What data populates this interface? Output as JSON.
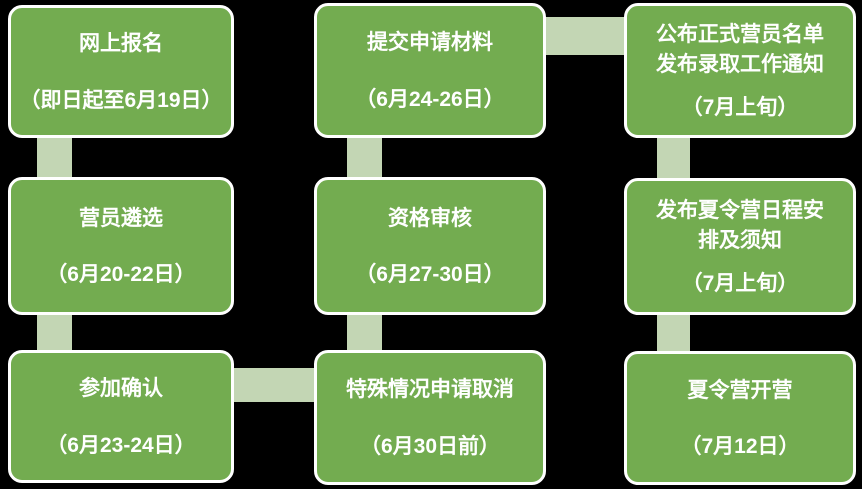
{
  "colors": {
    "background": "#000000",
    "box_fill": "#73AC50",
    "box_border": "#FFFFFF",
    "connector_fill": "#C3D6B4",
    "text": "#FFFFFF"
  },
  "diagram": {
    "type": "flowchart",
    "steps": [
      {
        "title": "网上报名",
        "date": "（即日起至6月19日）"
      },
      {
        "title": "营员遴选",
        "date": "（6月20-22日）"
      },
      {
        "title": "参加确认",
        "date": "（6月23-24日）"
      },
      {
        "title": "提交申请材料",
        "date": "（6月24-26日）"
      },
      {
        "title": "资格审核",
        "date": "（6月27-30日）"
      },
      {
        "title": "特殊情况申请取消",
        "date": "（6月30日前）"
      },
      {
        "title": "公布正式营员名单\n发布录取工作通知",
        "date": "（7月上旬）"
      },
      {
        "title": "发布夏令营日程安\n排及须知",
        "date": "（7月上旬）"
      },
      {
        "title": "夏令营开营",
        "date": "（7月12日）"
      }
    ]
  }
}
